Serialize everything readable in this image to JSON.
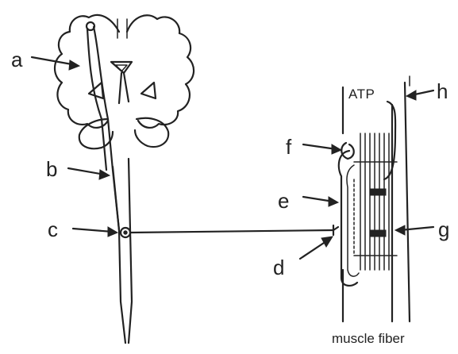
{
  "labels": {
    "a": "a",
    "b": "b",
    "c": "c",
    "d": "d",
    "e": "e",
    "f": "f",
    "g": "g",
    "h": "h"
  },
  "atp_text": "ATP",
  "caption": "muscle fiber",
  "colors": {
    "ink": "#222222",
    "background": "#ffffff"
  }
}
